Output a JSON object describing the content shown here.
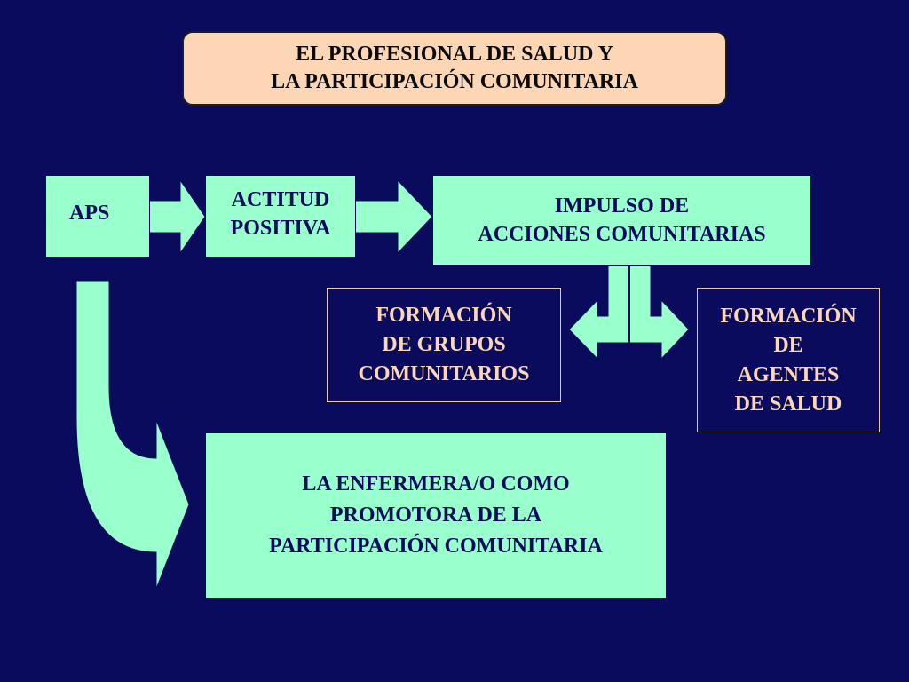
{
  "title": {
    "line1": "EL PROFESIONAL DE SALUD Y",
    "line2": "LA PARTICIPACIÓN COMUNITARIA"
  },
  "nodes": {
    "aps": "APS",
    "actitud": {
      "line1": "ACTITUD",
      "line2": "POSITIVA"
    },
    "impulso": {
      "line1": "IMPULSO DE",
      "line2": "ACCIONES COMUNITARIAS"
    },
    "grupos": {
      "line1": "FORMACIÓN",
      "line2": "DE GRUPOS",
      "line3": "COMUNITARIOS"
    },
    "agentes": {
      "line1": "FORMACIÓN",
      "line2": "DE",
      "line3": "AGENTES",
      "line4": "DE SALUD"
    },
    "enfermera": {
      "line1": "LA ENFERMERA/O COMO",
      "line2": "PROMOTORA DE LA",
      "line3": "PARTICIPACIÓN COMUNITARIA"
    }
  },
  "colors": {
    "background": "#0b0b5e",
    "title_fill": "#fdd7b5",
    "node_fill": "#99ffcc",
    "outline_text": "#fdd7b5"
  }
}
